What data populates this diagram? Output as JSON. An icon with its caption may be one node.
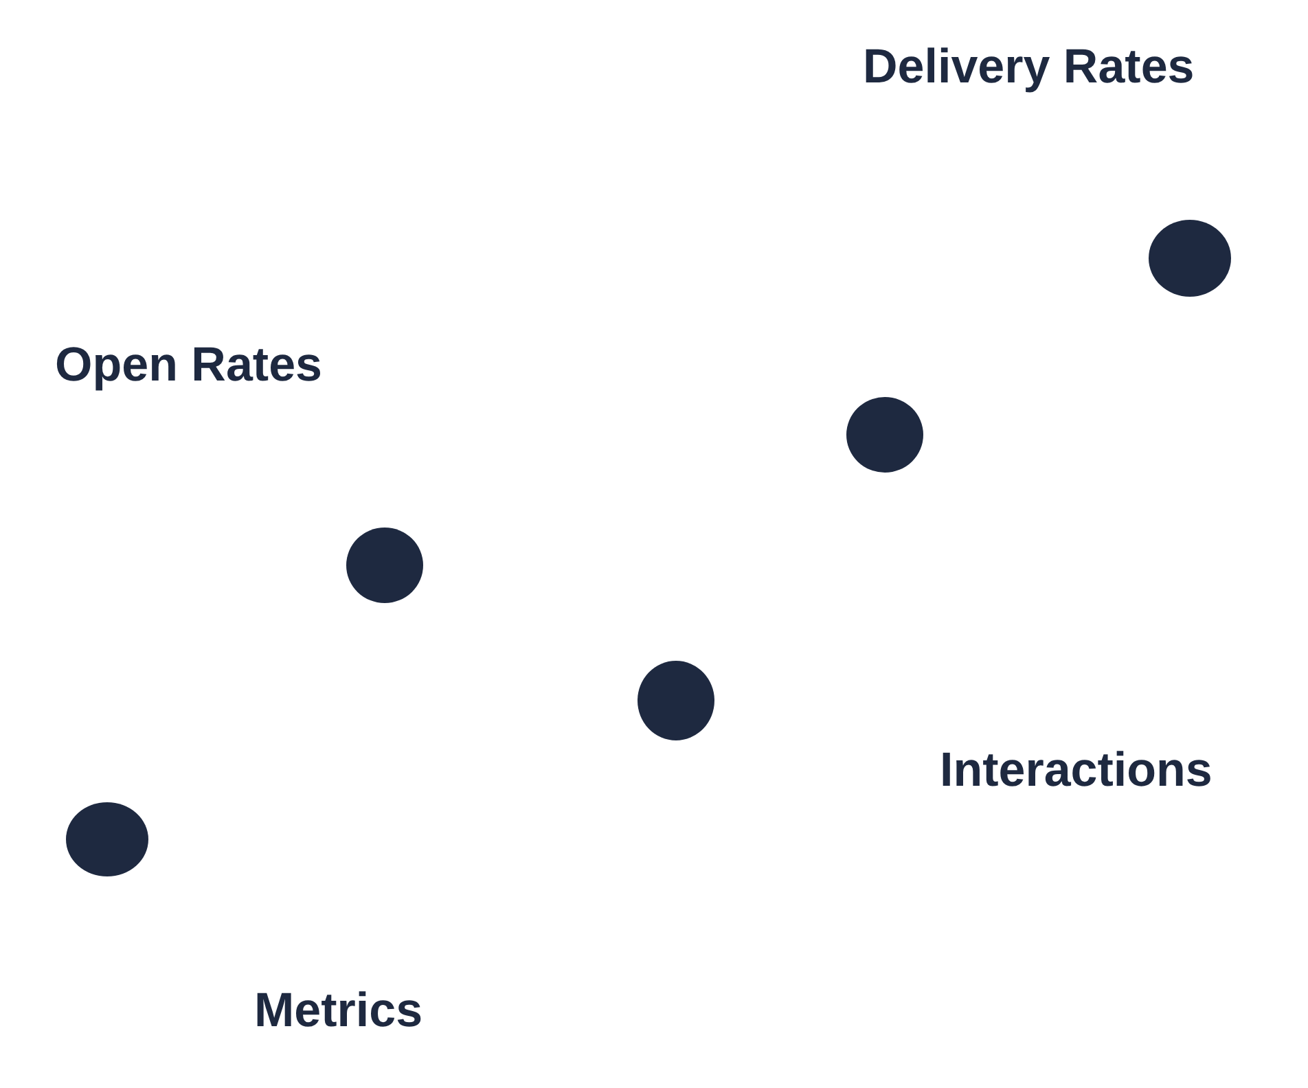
{
  "diagram": {
    "nodes": [
      {
        "text": [],
        "shape": "circle"
      },
      {
        "text": [],
        "shape": "circle"
      },
      {
        "text": [],
        "shape": "circle"
      },
      {
        "text": [],
        "shape": "circle"
      },
      {
        "text": [],
        "shape": "circle"
      }
    ],
    "labels": [
      "Delivery Rates",
      "Open Rates",
      "Interactions",
      "Metrics"
    ]
  }
}
